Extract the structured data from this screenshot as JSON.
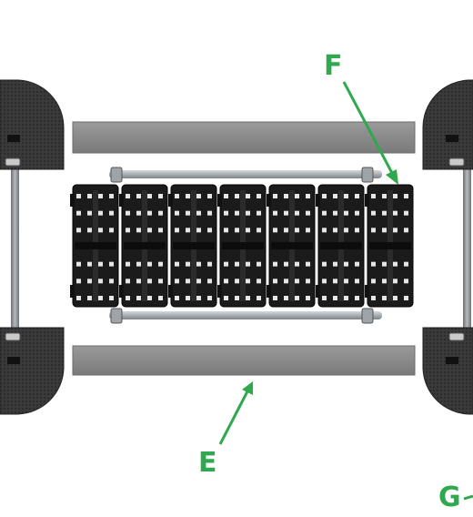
{
  "callouts": {
    "f": {
      "label": "F"
    },
    "e": {
      "label": "E"
    },
    "g": {
      "label": "G"
    }
  },
  "colors": {
    "callout_green": "#2fa84f",
    "hub_dark": "#3a3a3a",
    "rail_gray": "#8e8e8e",
    "belt_black": "#1b1b1b",
    "rod_silver": "#b9bec3"
  },
  "parts": {
    "belt_segments": 7,
    "tooth_rows": 7
  }
}
